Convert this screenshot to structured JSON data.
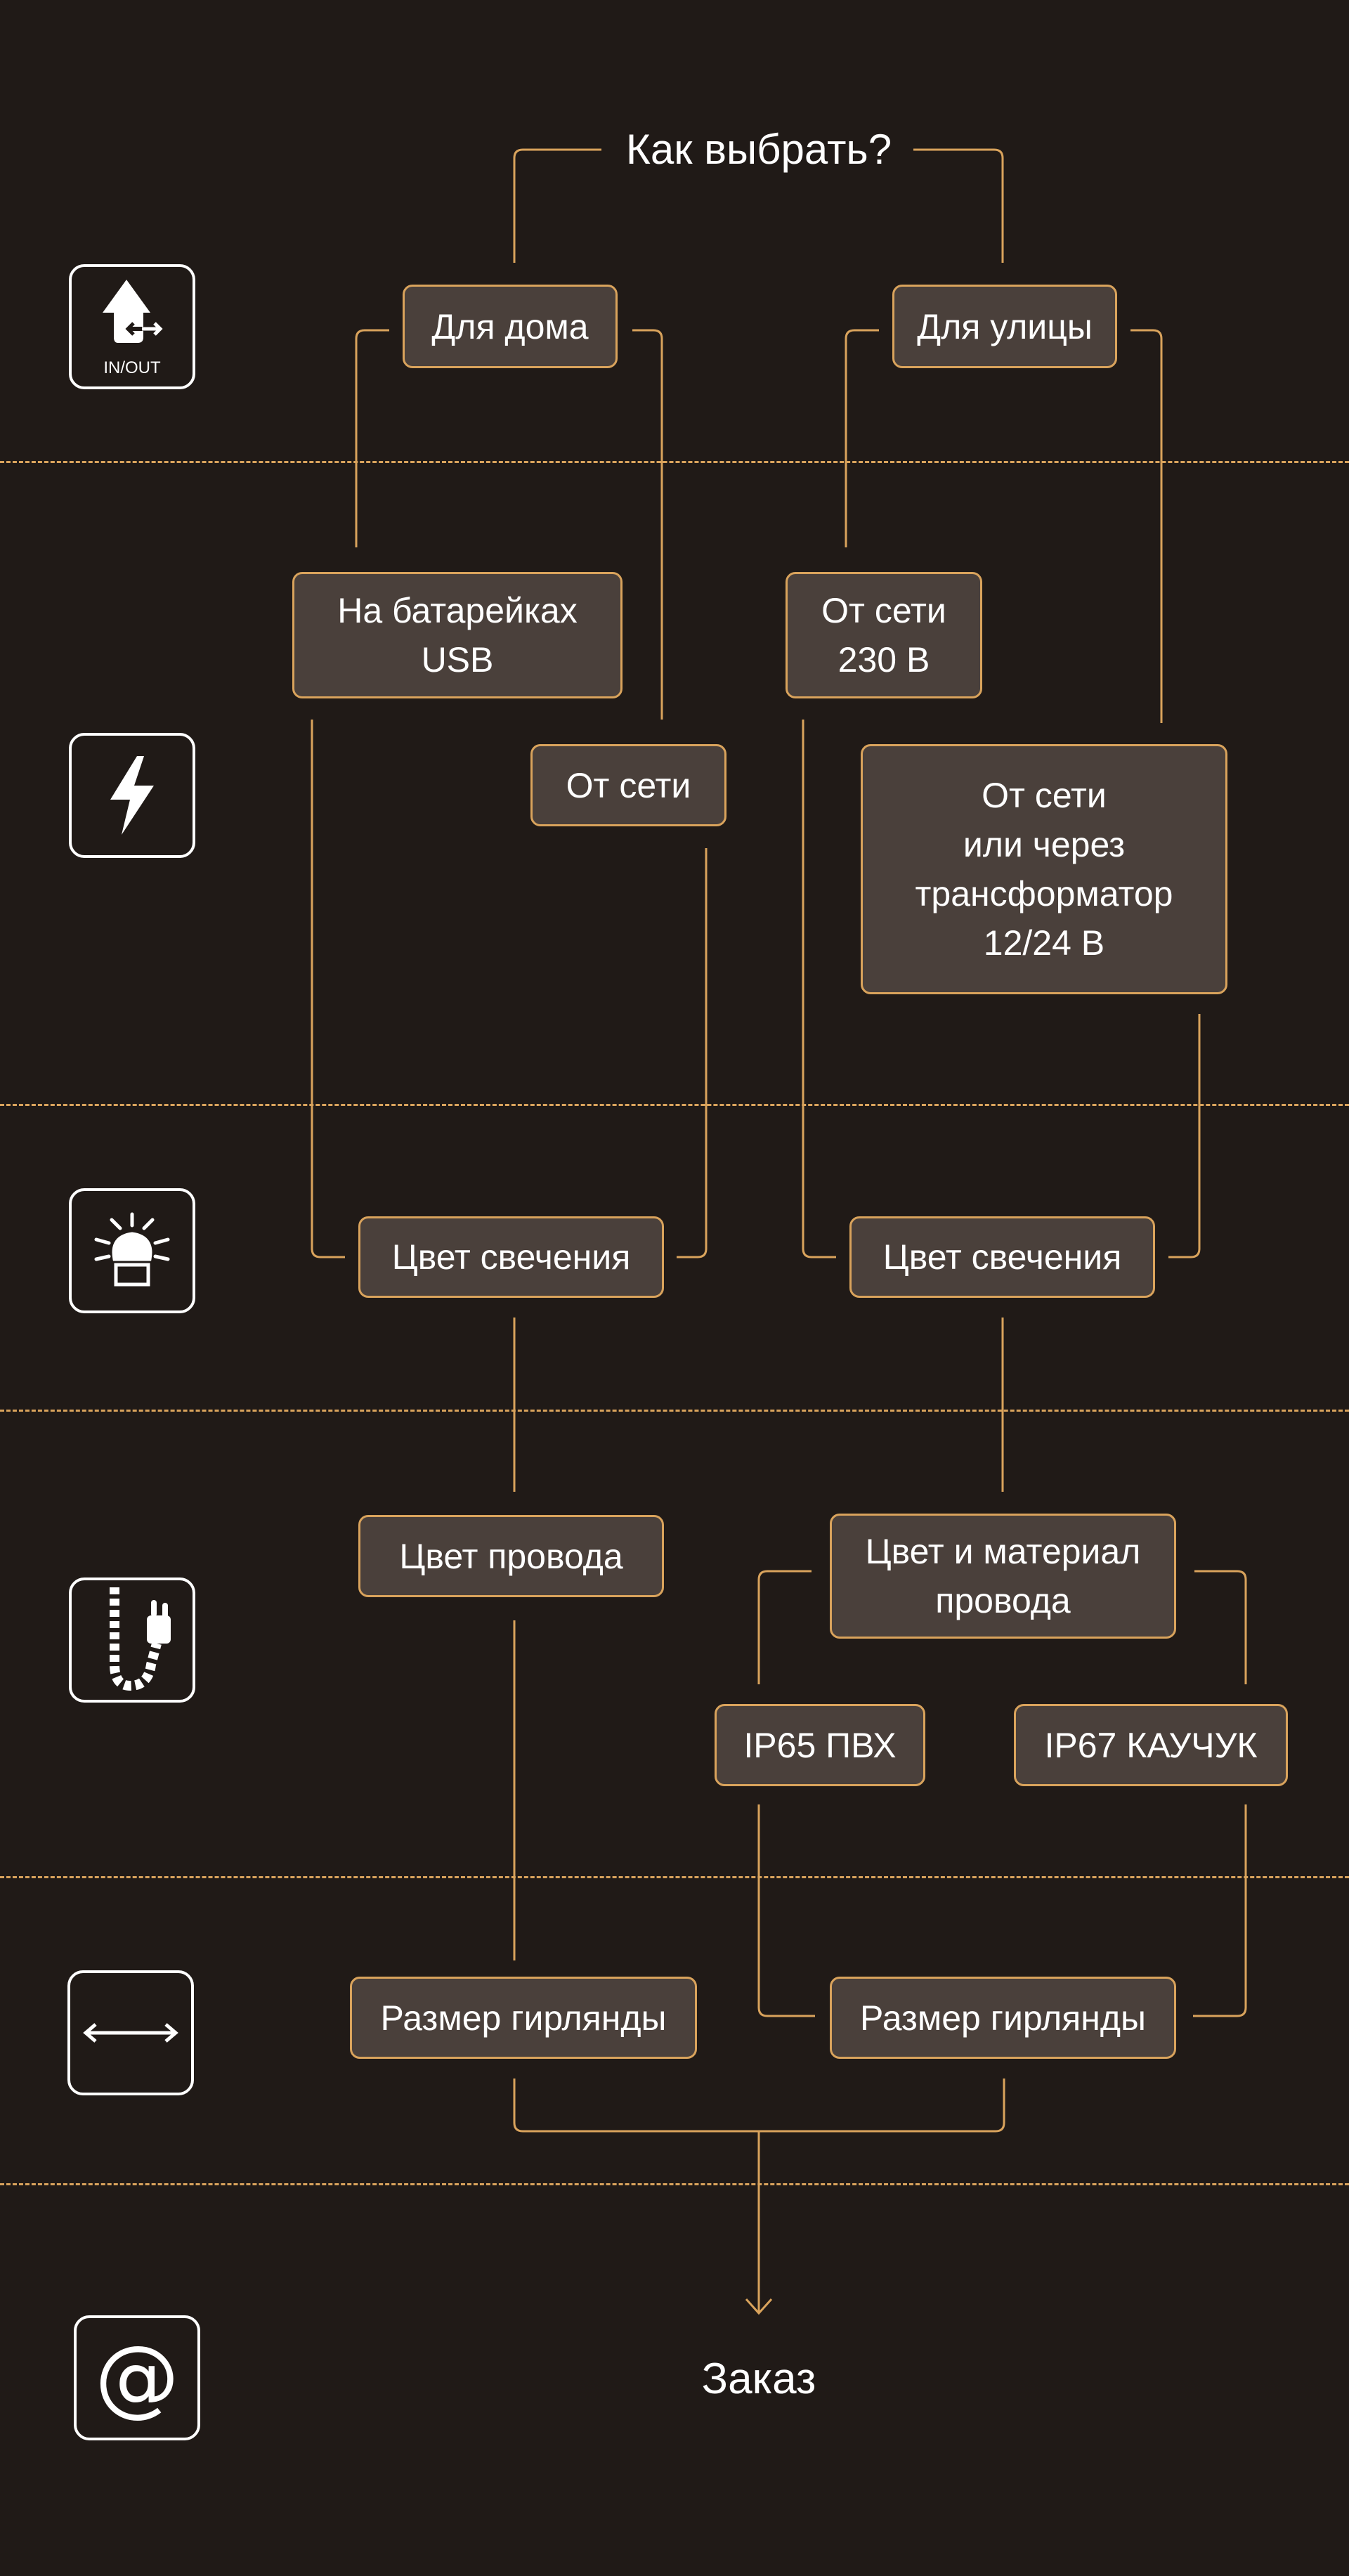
{
  "title": "Как выбрать?",
  "colors": {
    "background": "#201a17",
    "node_fill": "#4a403b",
    "accent": "#d9a35c",
    "text": "#ffffff"
  },
  "icons": [
    {
      "name": "house-in-out-icon",
      "label": "IN/OUT"
    },
    {
      "name": "lightning-icon"
    },
    {
      "name": "light-bulb-icon"
    },
    {
      "name": "cable-plug-icon"
    },
    {
      "name": "double-arrow-icon"
    },
    {
      "name": "at-sign-icon",
      "label": "@"
    }
  ],
  "nodes": {
    "home": "Для дома",
    "street": "Для улицы",
    "battery": "На батарейках\nUSB",
    "mains230": "От сети\n230 В",
    "mains_home": "От сети",
    "mains_transformer": "От сети\nили через\nтрансформатор\n12/24 В",
    "glow_color_left": "Цвет свечения",
    "glow_color_right": "Цвет свечения",
    "wire_color": "Цвет провода",
    "wire_color_material": "Цвет и материал\nпровода",
    "ip65": "IP65 ПВХ",
    "ip67": "IP67 КАУЧУК",
    "size_left": "Размер гирлянды",
    "size_right": "Размер гирлянды"
  },
  "order": "Заказ"
}
